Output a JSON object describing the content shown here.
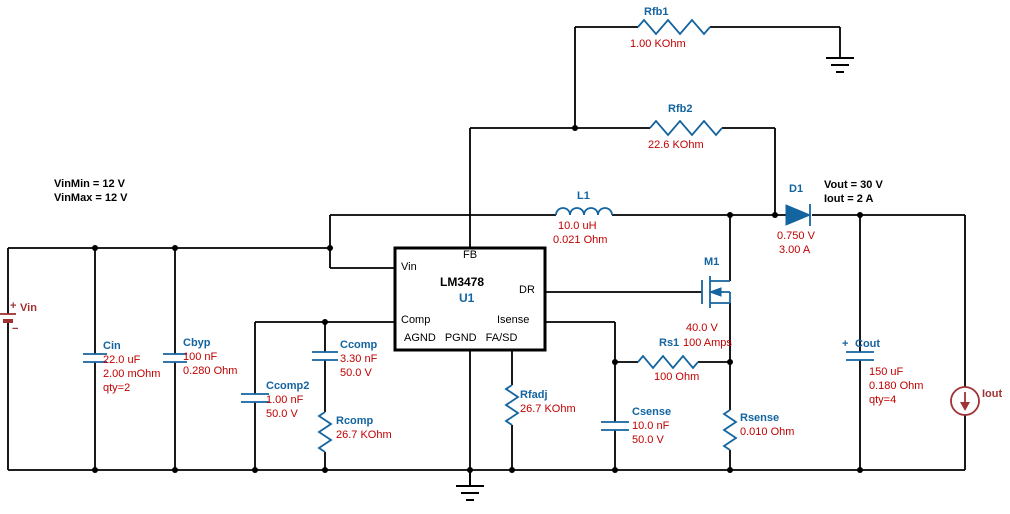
{
  "schematic": {
    "annotations": {
      "vin_min": "VinMin = 12 V",
      "vin_max": "VinMax = 12 V",
      "vout": "Vout = 30 V",
      "iout": "Iout = 2 A"
    },
    "ic": {
      "part": "LM3478",
      "refdes": "U1",
      "pins": {
        "vin": "Vin",
        "fb": "FB",
        "comp": "Comp",
        "dr": "DR",
        "isense": "Isense",
        "gnd_row": "AGND PGND FA/SD"
      }
    },
    "components": {
      "vin": {
        "label": "Vin",
        "plus": "+",
        "minus": "−"
      },
      "rfb1": {
        "label": "Rfb1",
        "v1": "1.00 KOhm"
      },
      "rfb2": {
        "label": "Rfb2",
        "v1": "22.6 KOhm"
      },
      "l1": {
        "label": "L1",
        "v1": "10.0 uH",
        "v2": "0.021 Ohm"
      },
      "d1": {
        "label": "D1",
        "v1": "0.750 V",
        "v2": "3.00 A"
      },
      "m1": {
        "label": "M1",
        "v1": "40.0 V",
        "v2": "100 Amps"
      },
      "cin": {
        "label": "Cin",
        "v1": "22.0 uF",
        "v2": "2.00 mOhm",
        "v3": "qty=2"
      },
      "cbyp": {
        "label": "Cbyp",
        "v1": "100 nF",
        "v2": "0.280 Ohm"
      },
      "ccomp": {
        "label": "Ccomp",
        "v1": "3.30 nF",
        "v2": "50.0 V"
      },
      "ccomp2": {
        "label": "Ccomp2",
        "v1": "1.00 nF",
        "v2": "50.0 V"
      },
      "rcomp": {
        "label": "Rcomp",
        "v1": "26.7 KOhm"
      },
      "rfadj": {
        "label": "Rfadj",
        "v1": "26.7 KOhm"
      },
      "rs1": {
        "label": "Rs1",
        "v1": "100 Ohm"
      },
      "csense": {
        "label": "Csense",
        "v1": "10.0 nF",
        "v2": "50.0 V"
      },
      "rsense": {
        "label": "Rsense",
        "v1": "0.010 Ohm"
      },
      "cout": {
        "label": "Cout",
        "plus": "+",
        "v1": "150 uF",
        "v2": "0.180 Ohm",
        "v3": "qty=4"
      },
      "iout": {
        "label": "Iout"
      }
    },
    "colors": {
      "wire": "#000000",
      "component": "#1464A0",
      "value": "#C00000",
      "source": "#A03333"
    }
  }
}
